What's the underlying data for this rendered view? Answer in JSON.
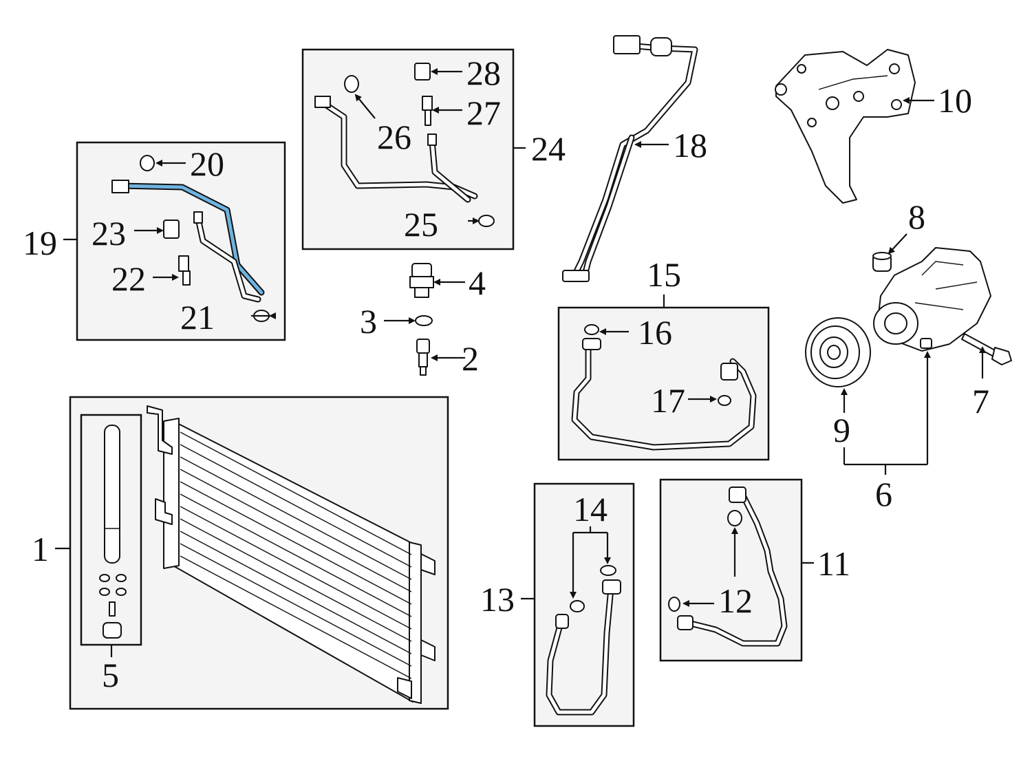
{
  "colors": {
    "highlight": "#6fb3e0",
    "box_fill": "#f4f4f4",
    "ink": "#111111"
  },
  "callouts": [
    "1",
    "2",
    "3",
    "4",
    "5",
    "6",
    "7",
    "8",
    "9",
    "10",
    "11",
    "12",
    "13",
    "14",
    "15",
    "16",
    "17",
    "18",
    "19",
    "20",
    "21",
    "22",
    "23",
    "24",
    "25",
    "26",
    "27",
    "28"
  ],
  "highlighted_part": "19"
}
